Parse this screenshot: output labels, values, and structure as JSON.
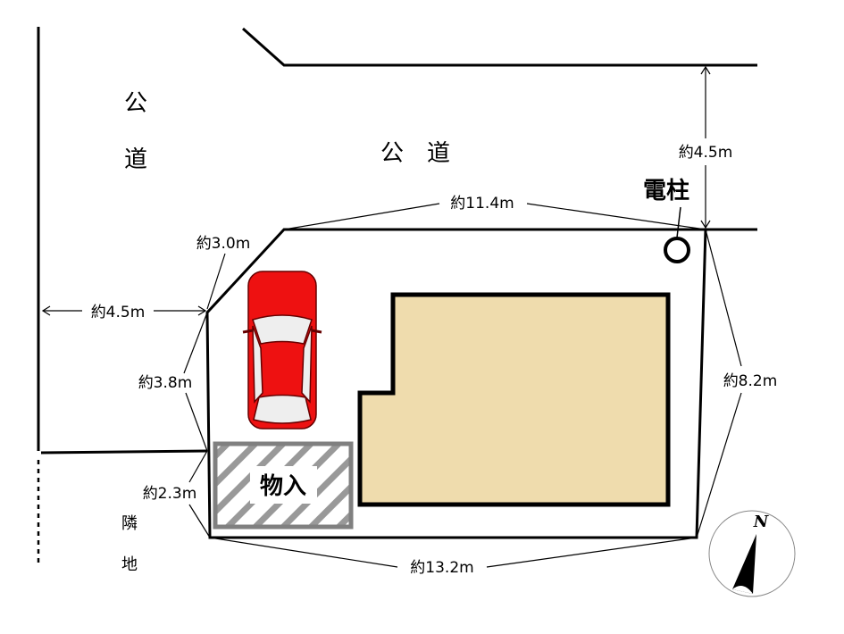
{
  "labels": {
    "road_left_1": "公",
    "road_left_2": "道",
    "road_top": "公　道",
    "neighbor_1": "隣",
    "neighbor_2": "地",
    "pole": "電柱",
    "storage": "物入",
    "compass_n": "N"
  },
  "dimensions": {
    "top": "約11.4m",
    "corner": "約3.0m",
    "left_road_width": "約4.5m",
    "left_upper": "約3.8m",
    "left_lower": "約2.3m",
    "bottom": "約13.2m",
    "right": "約8.2m",
    "top_road_width": "約4.5m"
  },
  "colors": {
    "house": "#efdcad",
    "car": "#ee1111",
    "storage_stroke": "#808080"
  }
}
